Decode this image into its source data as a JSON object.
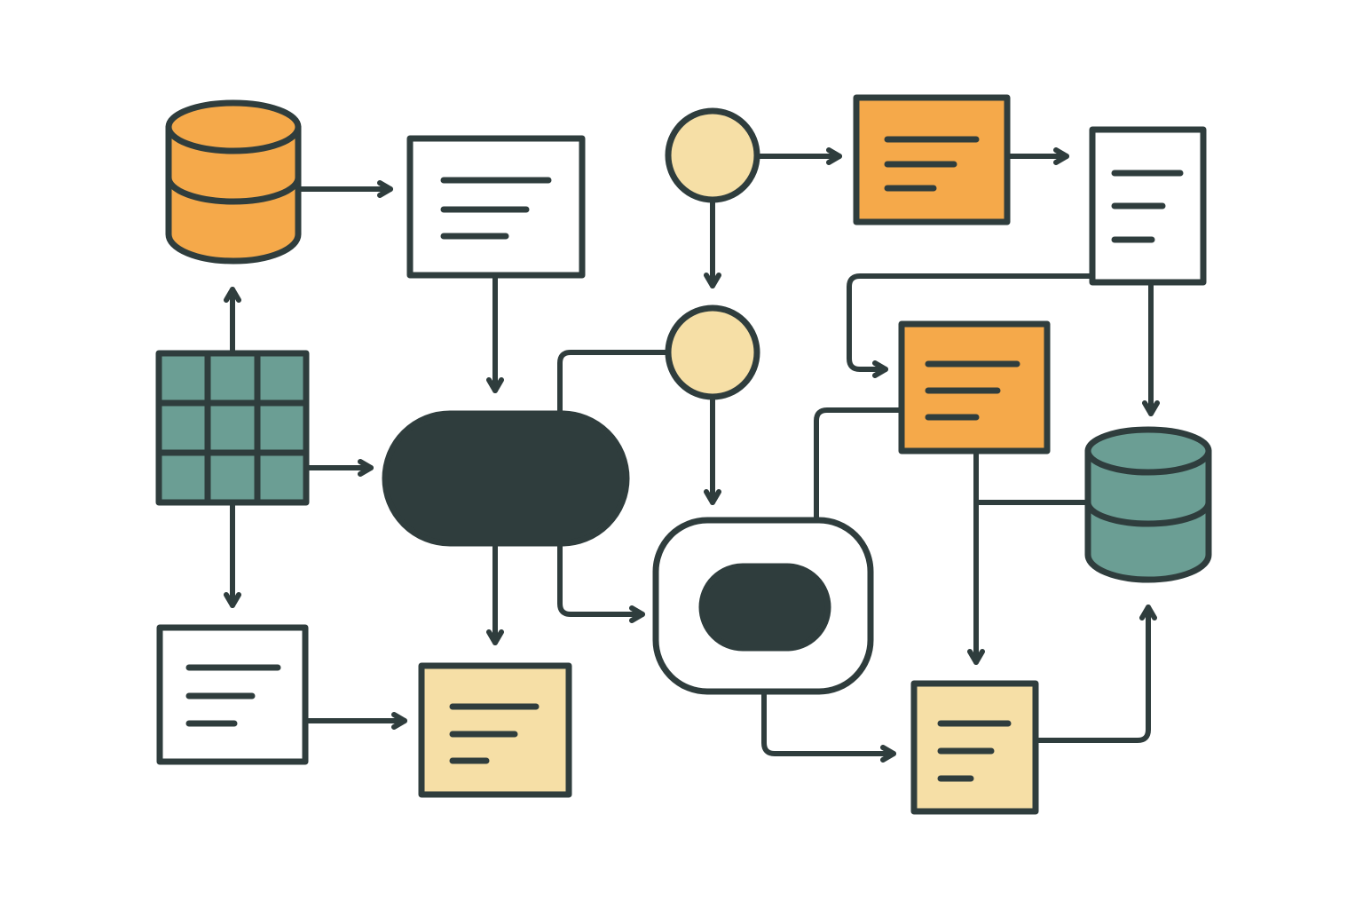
{
  "colors": {
    "background": "#ffffff",
    "stroke": "#2f3d3d",
    "orange": "#f5a94a",
    "cream": "#f6dfa6",
    "teal": "#6b9e94",
    "dark": "#2f3d3d",
    "white": "#ffffff"
  },
  "nodes": [
    {
      "id": "db-orange",
      "kind": "database",
      "fill": "orange"
    },
    {
      "id": "doc-top-left",
      "kind": "document",
      "fill": "white",
      "lines": 3
    },
    {
      "id": "circle-top",
      "kind": "circle",
      "fill": "cream"
    },
    {
      "id": "card-orange-top",
      "kind": "card",
      "fill": "orange",
      "lines": 3
    },
    {
      "id": "doc-top-right",
      "kind": "document",
      "fill": "white",
      "lines": 3
    },
    {
      "id": "grid-table",
      "kind": "grid",
      "fill": "teal",
      "rows": 3,
      "cols": 3
    },
    {
      "id": "circle-middle",
      "kind": "circle",
      "fill": "cream"
    },
    {
      "id": "card-orange-middle",
      "kind": "card",
      "fill": "orange",
      "lines": 3
    },
    {
      "id": "process-pill",
      "kind": "terminator",
      "fill": "dark"
    },
    {
      "id": "db-teal",
      "kind": "database",
      "fill": "teal"
    },
    {
      "id": "rounded-container",
      "kind": "container",
      "fill": "white"
    },
    {
      "id": "doc-bottom-left",
      "kind": "document",
      "fill": "white",
      "lines": 3
    },
    {
      "id": "card-cream-bottom-center",
      "kind": "card",
      "fill": "cream",
      "lines": 3
    },
    {
      "id": "card-cream-bottom-right",
      "kind": "card",
      "fill": "cream",
      "lines": 3
    }
  ],
  "edges": [
    {
      "from": "db-orange",
      "to": "doc-top-left",
      "arrow": true
    },
    {
      "from": "grid-table",
      "to": "db-orange",
      "arrow": true
    },
    {
      "from": "grid-table",
      "to": "process-pill",
      "arrow": true
    },
    {
      "from": "grid-table",
      "to": "doc-bottom-left",
      "arrow": true
    },
    {
      "from": "doc-top-left",
      "to": "process-pill",
      "arrow": true
    },
    {
      "from": "circle-top",
      "to": "card-orange-top",
      "arrow": true
    },
    {
      "from": "circle-top",
      "to": "circle-middle",
      "arrow": true
    },
    {
      "from": "card-orange-top",
      "to": "doc-top-right",
      "arrow": true
    },
    {
      "from": "circle-middle",
      "to": "process-pill",
      "arrow": false
    },
    {
      "from": "circle-middle",
      "to": "rounded-container",
      "arrow": true
    },
    {
      "from": "doc-top-right",
      "to": "card-orange-middle",
      "arrow": true
    },
    {
      "from": "doc-top-right",
      "to": "db-teal",
      "arrow": true
    },
    {
      "from": "rounded-container",
      "to": "card-orange-middle",
      "arrow": false
    },
    {
      "from": "card-orange-middle",
      "to": "db-teal",
      "arrow": false
    },
    {
      "from": "card-orange-middle",
      "to": "card-cream-bottom-right",
      "arrow": true
    },
    {
      "from": "process-pill",
      "to": "card-cream-bottom-center",
      "arrow": true
    },
    {
      "from": "process-pill",
      "to": "rounded-container",
      "arrow": true
    },
    {
      "from": "doc-bottom-left",
      "to": "card-cream-bottom-center",
      "arrow": true
    },
    {
      "from": "rounded-container",
      "to": "card-cream-bottom-right",
      "arrow": true
    },
    {
      "from": "card-cream-bottom-right",
      "to": "db-teal",
      "arrow": true
    }
  ]
}
